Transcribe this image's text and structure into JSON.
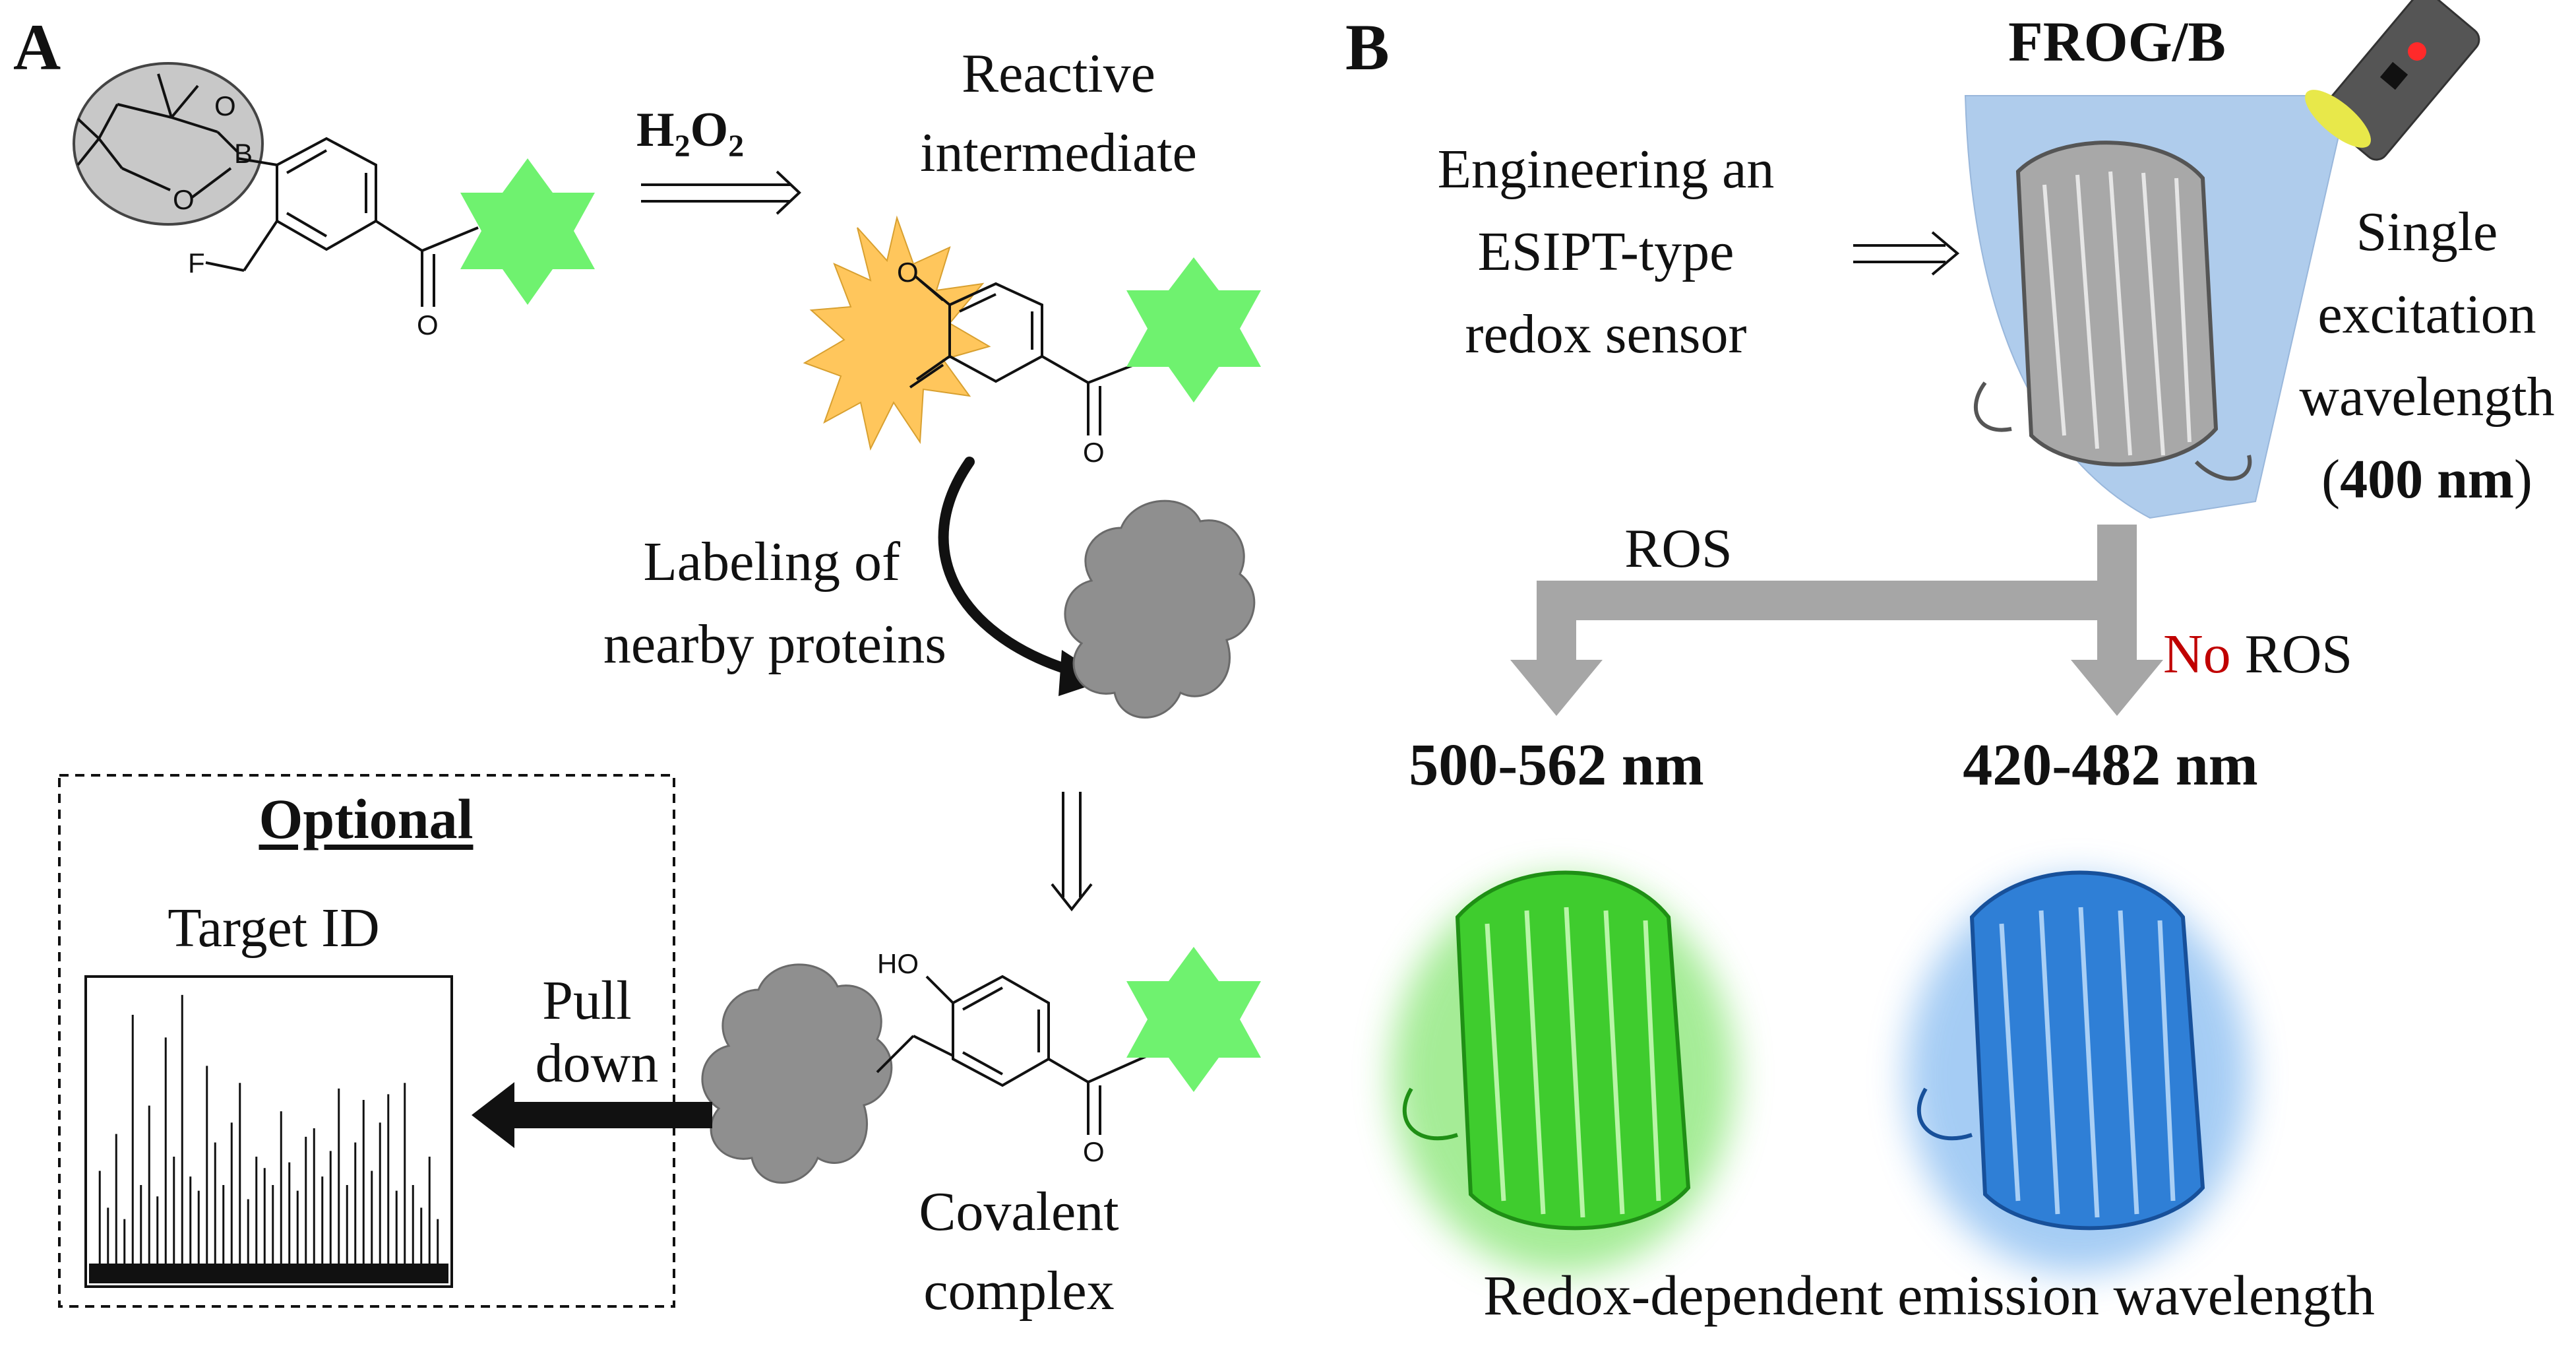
{
  "panel_a": {
    "label": "A",
    "reagent": {
      "main": "H",
      "sub1": "2",
      "mid": "O",
      "sub2": "2"
    },
    "intermediate_label": [
      "Reactive",
      "intermediate"
    ],
    "labeling_label": [
      "Labeling of",
      "nearby proteins"
    ],
    "covalent_label": [
      "Covalent",
      "complex"
    ],
    "pulldown_label": [
      "Pull",
      "down"
    ],
    "optional_title": "Optional",
    "target_id": "Target ID",
    "atoms": {
      "o": "O",
      "b": "B",
      "f": "F",
      "ho": "HO"
    },
    "spectrum_peaks": [
      0.35,
      0.22,
      0.48,
      0.18,
      0.9,
      0.3,
      0.58,
      0.26,
      0.82,
      0.4,
      0.97,
      0.33,
      0.28,
      0.72,
      0.45,
      0.3,
      0.52,
      0.66,
      0.25,
      0.4,
      0.36,
      0.3,
      0.56,
      0.38,
      0.28,
      0.47,
      0.5,
      0.33,
      0.42,
      0.64,
      0.3,
      0.45,
      0.6,
      0.35,
      0.52,
      0.62,
      0.28,
      0.66,
      0.3,
      0.22,
      0.4,
      0.18
    ]
  },
  "panel_b": {
    "label": "B",
    "sensor_name": "FROG/B",
    "engineering_label": [
      "Engineering an",
      "ESIPT-type",
      "redox sensor"
    ],
    "excitation_label": [
      "Single",
      "excitation",
      "wavelength"
    ],
    "excitation_value": "400 nm",
    "ros_label": "ROS",
    "no_label": "No",
    "no_ros_suffix": "ROS",
    "green_range": "500-562 nm",
    "blue_range": "420-482 nm",
    "caption": "Redox-dependent emission wavelength"
  },
  "colors": {
    "star_green": "#6ff26f",
    "burst_yellow": "#ffc65c",
    "protein_gray": "#8f8f8f",
    "arrow_gray": "#a6a6a6",
    "beam_blue": "#a7c7ea",
    "fp_green": "#3fcc2e",
    "fp_blue": "#2f7fd6",
    "no_red": "#c00000"
  },
  "icons": [
    "boronate-ester-highlight",
    "star-fluorophore",
    "reactive-burst",
    "protein-cloud",
    "flashlight-icon",
    "fluorescent-protein-barrel"
  ]
}
